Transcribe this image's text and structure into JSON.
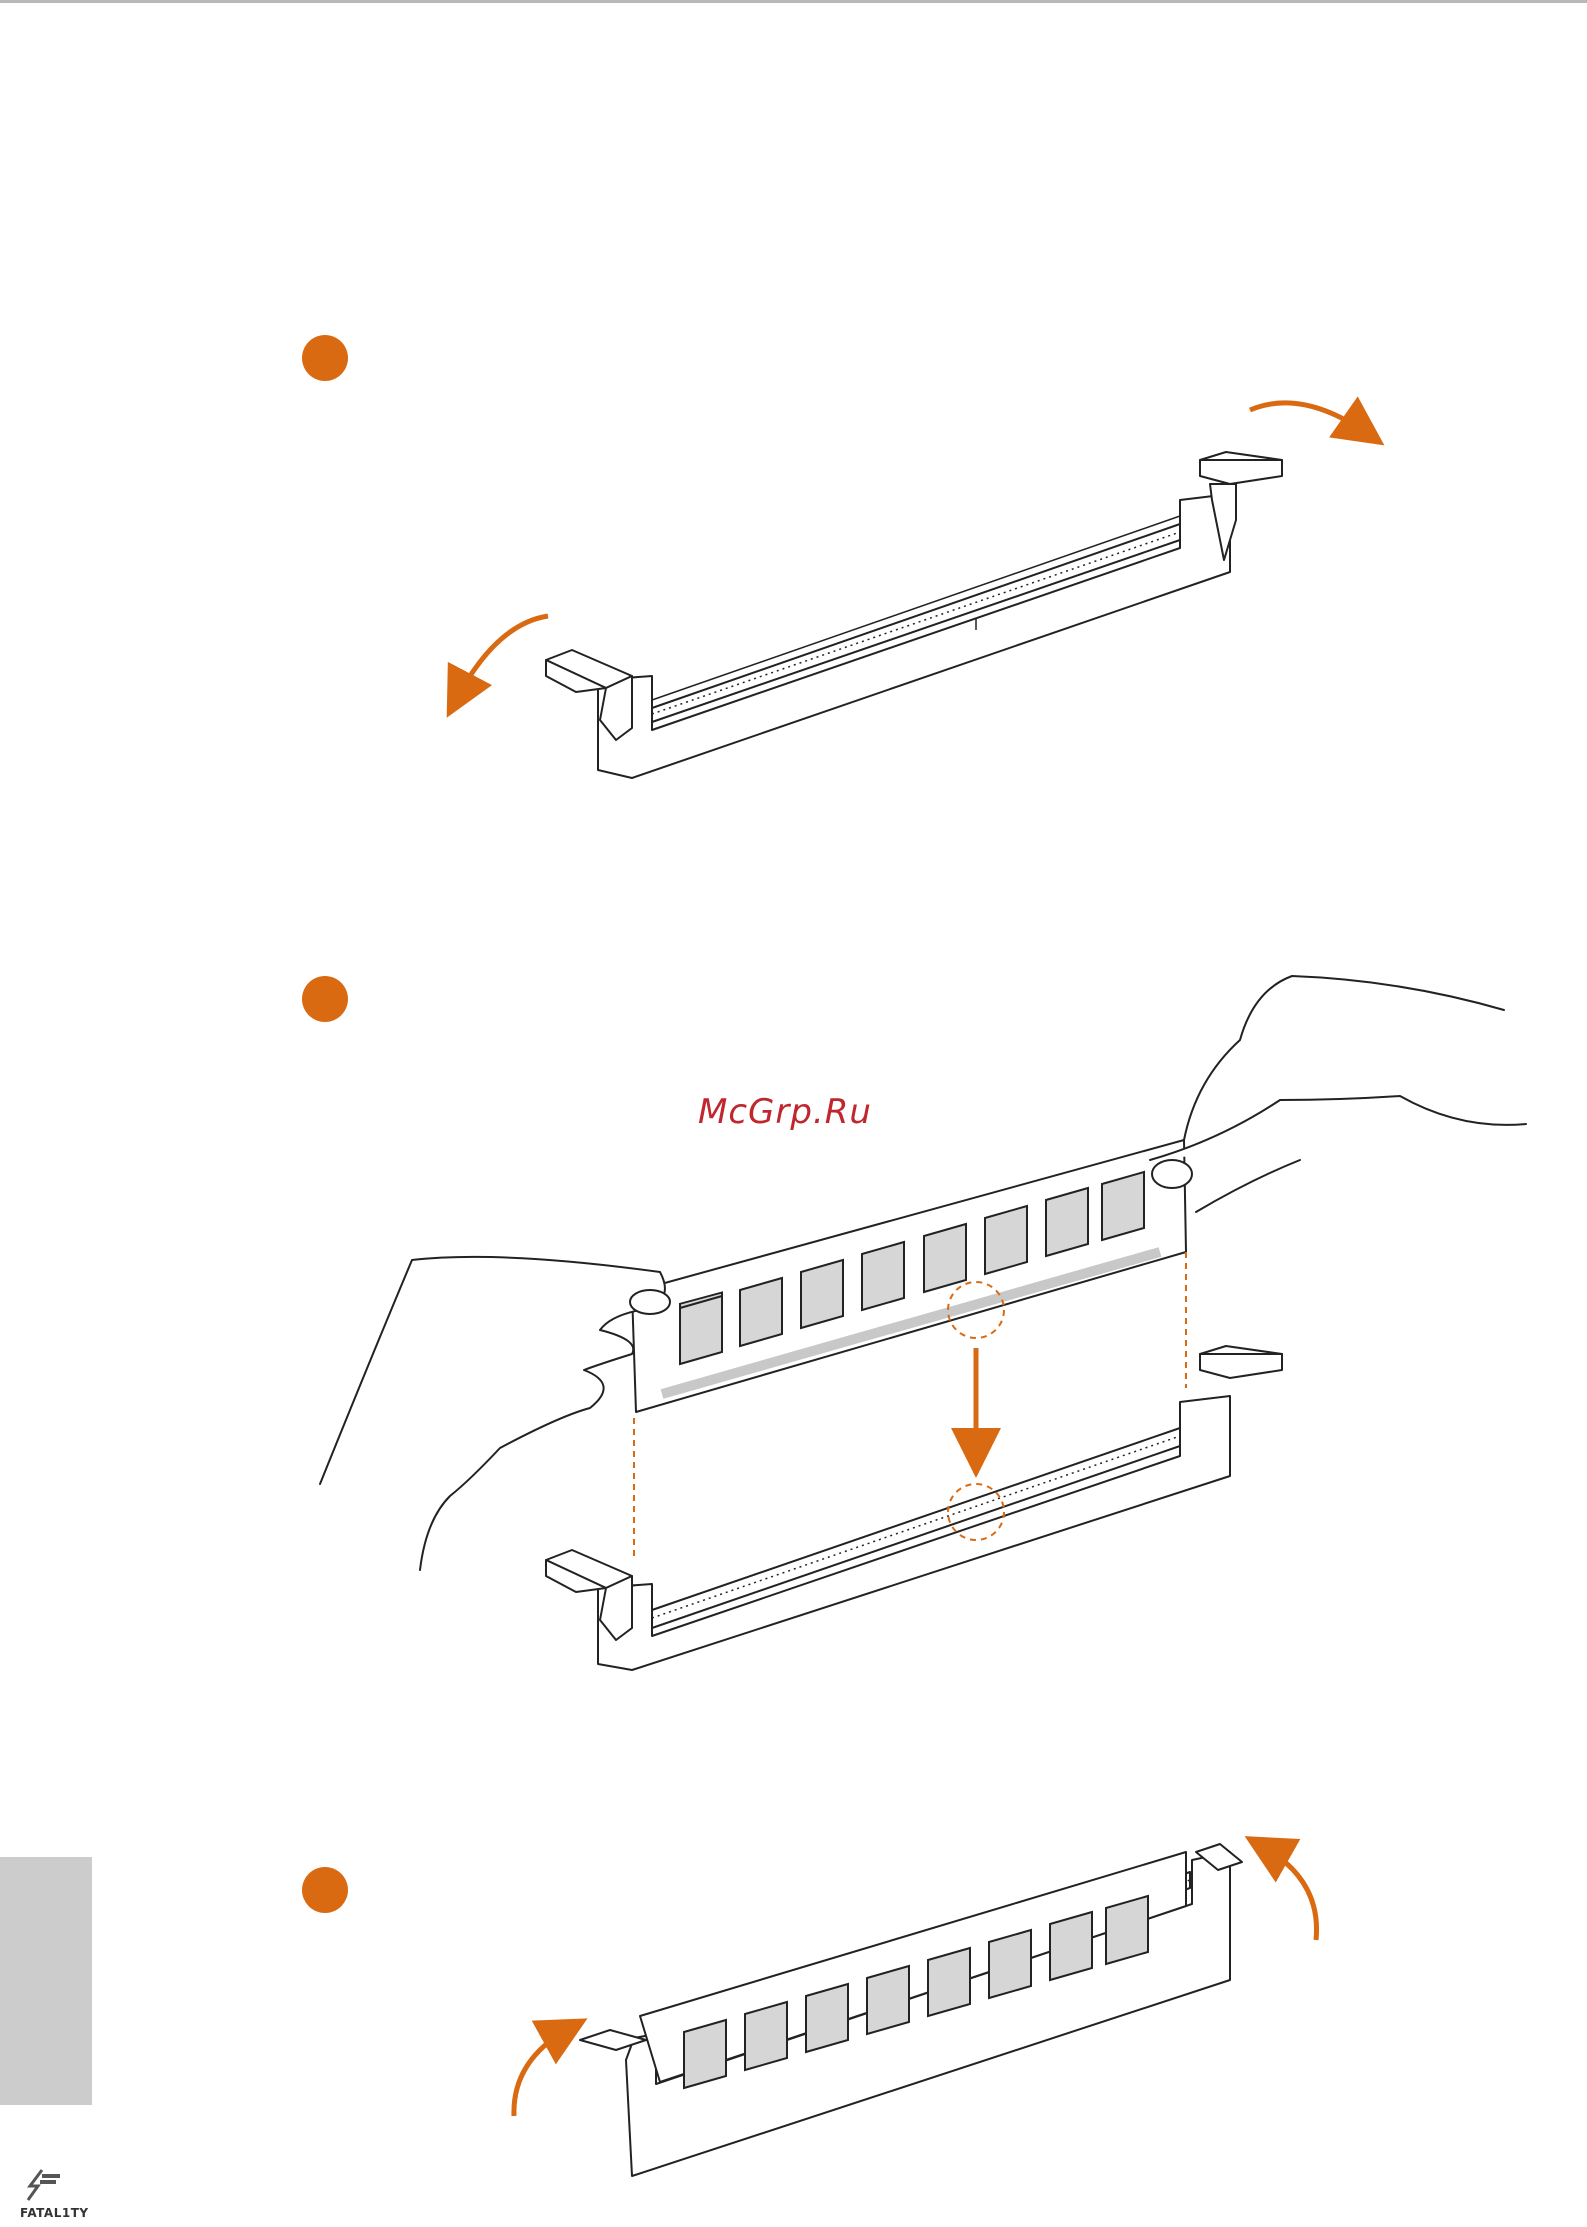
{
  "watermark": "McGrp.Ru",
  "footer": {
    "brand": "FATAL1TY"
  },
  "steps": [
    {
      "icon": "step-dot"
    },
    {
      "icon": "step-dot"
    },
    {
      "icon": "step-dot"
    }
  ],
  "colors": {
    "accent": "#d96a12",
    "tab": "#cccccc",
    "watermark": "#c0262e"
  }
}
